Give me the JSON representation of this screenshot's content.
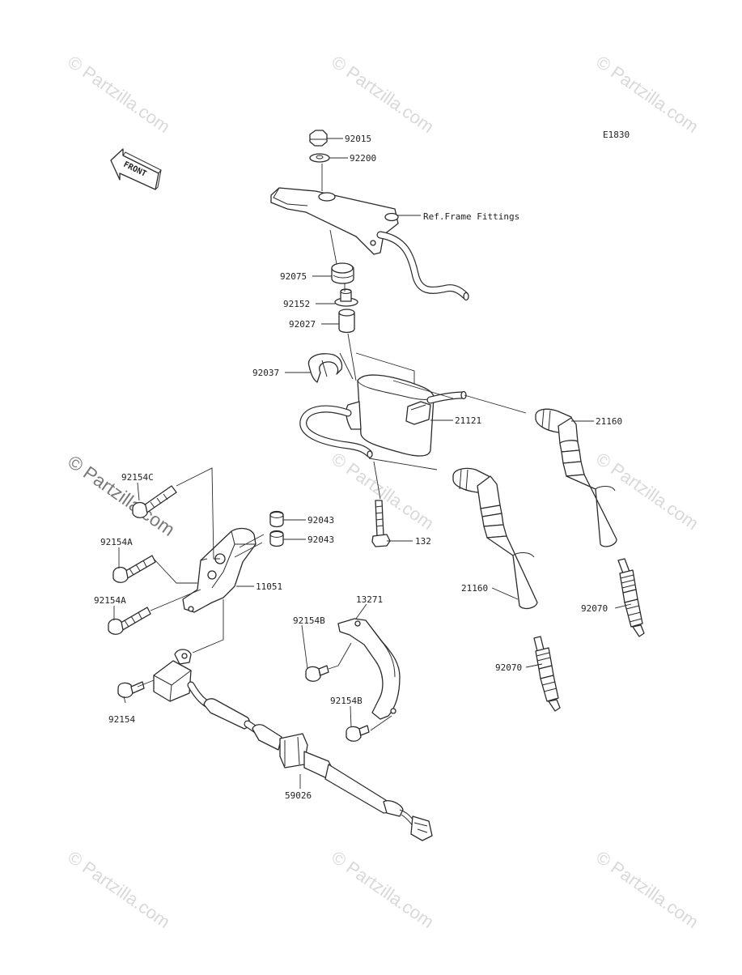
{
  "watermark": {
    "text": "© Partzilla.com",
    "color": "#d9d9d9"
  },
  "diagram": {
    "code": "E1830",
    "front_indicator": "FRONT",
    "reference_label": "Ref.Frame Fittings",
    "callouts": [
      "92015",
      "92200",
      "92075",
      "92152",
      "92027",
      "92037",
      "21121",
      "21160",
      "92154C",
      "92043",
      "92043",
      "132",
      "92154A",
      "11051",
      "92154A",
      "21160",
      "92070",
      "13271",
      "92154B",
      "92070",
      "92154",
      "92154B",
      "59026"
    ]
  }
}
